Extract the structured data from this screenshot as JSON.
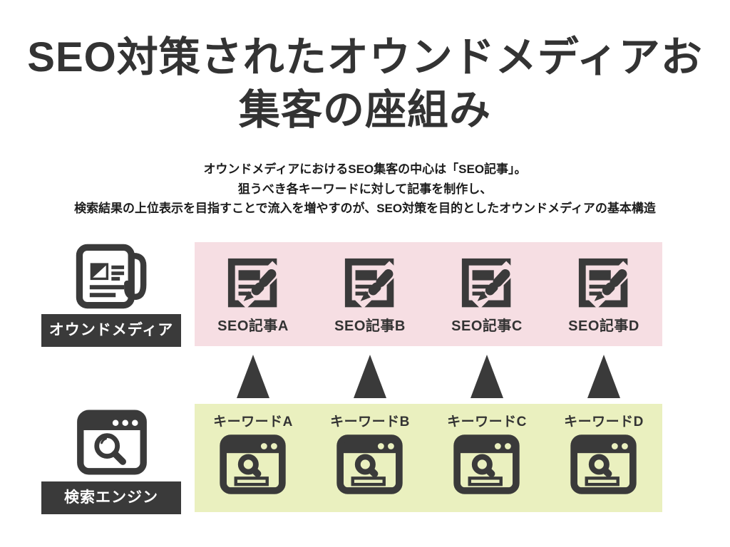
{
  "page": {
    "background": "#ffffff"
  },
  "title": {
    "lines": [
      "SEO対策されたオウンドメディアお",
      "集客の座組み"
    ],
    "color": "#333333"
  },
  "description": {
    "lines": [
      "オウンドメディアにおけるSEO集客の中心は「SEO記事」。",
      "狙うべき各キーワードに対して記事を制作し、",
      "検索結果の上位表示を目指すことで流入を増やすのが、SEO対策を目的としたオウンドメディアの基本構造"
    ]
  },
  "left_column": {
    "owned_media": {
      "icon": "newspaper-icon",
      "label": "オウンドメディア"
    },
    "search_engine": {
      "icon": "browser-search-icon",
      "label": "検索エンジン"
    },
    "label_bg": "#3a3a3a",
    "label_text_color": "#ffffff"
  },
  "articles_band": {
    "bg": "#f6dee3",
    "items": [
      {
        "icon": "seo-article-icon",
        "label": "SEO記事A"
      },
      {
        "icon": "seo-article-icon",
        "label": "SEO記事B"
      },
      {
        "icon": "seo-article-icon",
        "label": "SEO記事C"
      },
      {
        "icon": "seo-article-icon",
        "label": "SEO記事D"
      }
    ]
  },
  "arrows": {
    "direction": "up",
    "count": 4,
    "color": "#3a3a3a"
  },
  "keywords_band": {
    "bg": "#eaf0bf",
    "items": [
      {
        "icon": "search-window-icon",
        "label": "キーワードA"
      },
      {
        "icon": "search-window-icon",
        "label": "キーワードB"
      },
      {
        "icon": "search-window-icon",
        "label": "キーワードC"
      },
      {
        "icon": "search-window-icon",
        "label": "キーワードD"
      }
    ]
  },
  "icon_color": "#333333"
}
